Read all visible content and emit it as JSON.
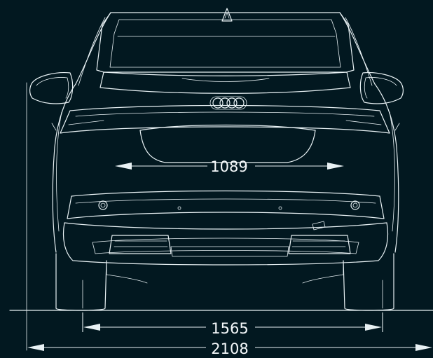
{
  "dimensions": {
    "trunk_width": "1089",
    "track_width": "1565",
    "overall_width": "2108"
  },
  "colors": {
    "background": "#021820",
    "line": "#e8f1f4"
  }
}
